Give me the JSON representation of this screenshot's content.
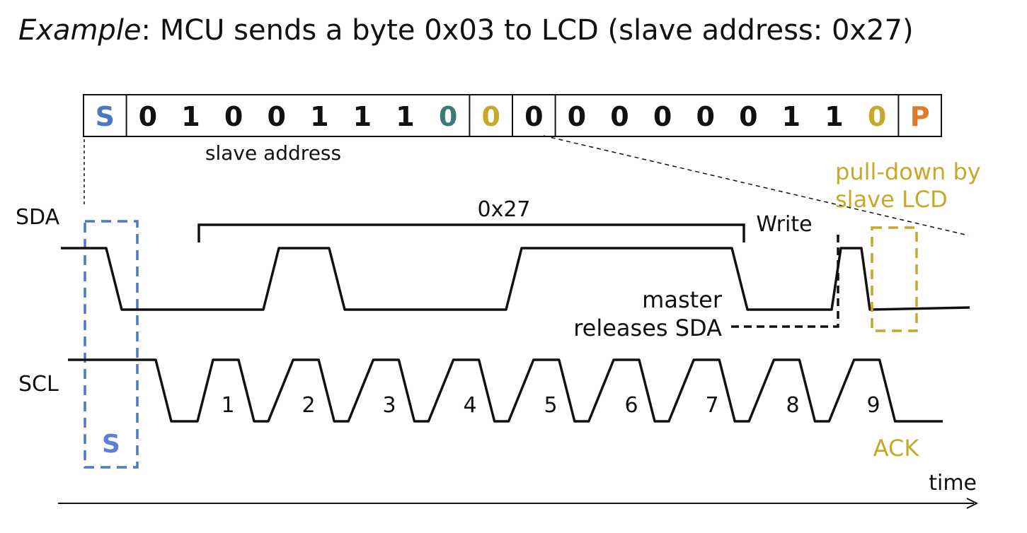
{
  "title": {
    "italic": "Example",
    "rest": ": MCU sends a byte 0x03 to LCD (slave address: 0x27)"
  },
  "frame": {
    "cells": [
      {
        "text": "S",
        "color": "#4a78c2"
      },
      {
        "text": "0",
        "color": "#111111"
      },
      {
        "text": "1",
        "color": "#111111"
      },
      {
        "text": "0",
        "color": "#111111"
      },
      {
        "text": "0",
        "color": "#111111"
      },
      {
        "text": "1",
        "color": "#111111"
      },
      {
        "text": "1",
        "color": "#111111"
      },
      {
        "text": "1",
        "color": "#111111"
      },
      {
        "text": "0",
        "color": "#3c7a78"
      },
      {
        "text": "0",
        "color": "#c6a82a"
      },
      {
        "text": "0",
        "color": "#111111"
      },
      {
        "text": "0",
        "color": "#111111"
      },
      {
        "text": "0",
        "color": "#111111"
      },
      {
        "text": "0",
        "color": "#111111"
      },
      {
        "text": "0",
        "color": "#111111"
      },
      {
        "text": "0",
        "color": "#111111"
      },
      {
        "text": "1",
        "color": "#111111"
      },
      {
        "text": "1",
        "color": "#111111"
      },
      {
        "text": "0",
        "color": "#c6a82a"
      },
      {
        "text": "P",
        "color": "#e07a2a"
      }
    ],
    "slave_address_label": "slave address"
  },
  "signals": {
    "sda_label": "SDA",
    "scl_label": "SCL",
    "address_value": "0x27",
    "write_label": "Write",
    "master_release_line1": "master",
    "master_release_line2": "releases SDA",
    "pulldown_line1": "pull-down by",
    "pulldown_line2": "slave LCD",
    "start_label": "S",
    "ack_label": "ACK",
    "clock_numbers": [
      "1",
      "2",
      "3",
      "4",
      "5",
      "6",
      "7",
      "8",
      "9"
    ],
    "time_label": "time"
  },
  "colors": {
    "start": "#4a78c2",
    "start_text": "#5b7fd6",
    "ack": "#c6a82a",
    "line": "#111111"
  }
}
